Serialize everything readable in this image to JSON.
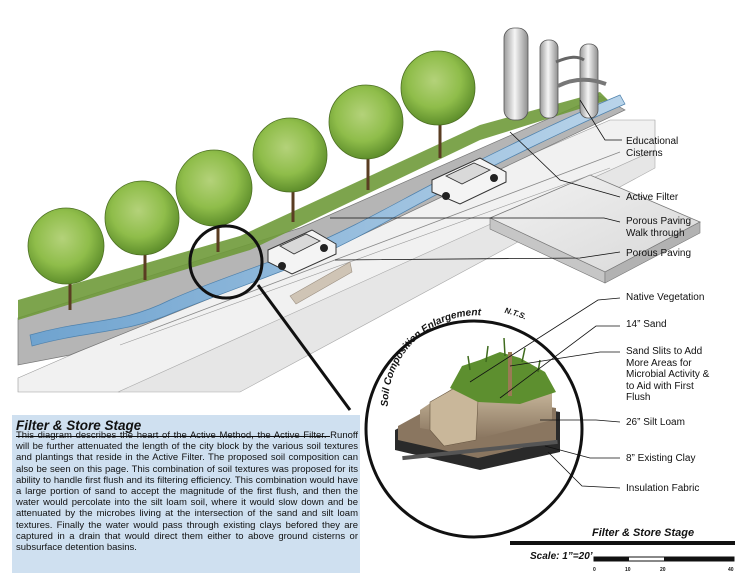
{
  "labels": {
    "educational_cisterns": "Educational\nCisterns",
    "active_filter": "Active Filter",
    "porous_paving_walk": "Porous Paving\nWalk through",
    "porous_paving": "Porous Paving",
    "native_vegetation": "Native Vegetation",
    "sand_14": "14” Sand",
    "sand_slits": "Sand Slits to Add\nMore Areas for\nMicrobial Activity &\nto Aid with First\nFlush",
    "silt_loam_26": "26” Silt Loam",
    "existing_clay_8": "8” Existing Clay",
    "insulation_fabric": "Insulation Fabric"
  },
  "enlargement": {
    "title": "Soil Composition Enlargement",
    "nts": "N.T.S."
  },
  "description": {
    "title": "Filter & Store Stage",
    "body": "This diagram describes the heart of the Active Method, the Active Filter. Runoff will be further attenuated the length of the city block by the various soil textures and plantings that reside in the Active Filter.  The proposed soil composition can also be seen on this page.  This combination of soil textures was proposed for its ability to handle first flush and its filtering efficiency.   This combination  would have a large portion of sand to accept the magnitude of the first flush, and then the water would percolate into the silt loam soil, where it would slow down and be attenuated by the microbes living at the intersection of the sand and silt loam textures.  Finally the water would pass through existing clays befored they are captured in a drain that would direct them either to above ground cisterns or subsurface detention basins."
  },
  "caption": "Filter & Store Stage",
  "scale": {
    "label": "Scale:  1”=20’",
    "ticks": [
      "0",
      "10",
      "20",
      "40"
    ]
  },
  "colors": {
    "water": "#7fb0d6",
    "foliage": "#8fbd4a",
    "soil_sand": "#c9b79a",
    "soil_loam": "#8a7660",
    "panel": "#cfe0f0"
  }
}
